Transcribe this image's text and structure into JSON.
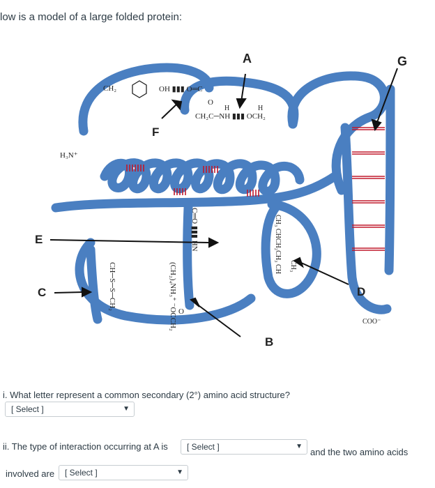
{
  "intro_text": "low is a model of a large folded protein:",
  "figure": {
    "labels": {
      "A": "A",
      "B": "B",
      "C": "C",
      "D": "D",
      "E": "E",
      "F": "F",
      "G": "G"
    },
    "chem": {
      "tyrosine": "CH₂",
      "oh_bond": "OH ▮▮▮ O═C",
      "amide_o": "O",
      "amide_line": "CH₂C─NH ▮▮▮ OCH₂",
      "amide_h1": "H",
      "amide_h2": "H",
      "n_terminus": "H₃N⁺",
      "c_terminus": "COO⁻",
      "disulfide": "CH─S─S─CH₂",
      "salt_bridge": "(CH₂)₄NH₃⁺ ⁻OCCH₂",
      "carbonyl_o": "O",
      "co_hn": "C═O ▮▮▮ HN",
      "hydrophobic": "CH₃ CHCH₂CH₃ CH",
      "hydrophobic_sub": "CH₃"
    },
    "colors": {
      "ribbon": "#4a7fc1",
      "hbond": "#c0182b"
    }
  },
  "questions": {
    "q1": {
      "text": "i. What letter represent a common secondary (2°) amino acid structure?",
      "select_value": "[ Select ]"
    },
    "q2": {
      "text": "ii. The type of interaction occurring at A is",
      "select_value": "[ Select ]",
      "suffix": "and the two amino acids"
    },
    "q3": {
      "text": "involved are",
      "select_value": "[ Select ]"
    }
  },
  "icons": {
    "chevron": "chevron-down-icon"
  }
}
